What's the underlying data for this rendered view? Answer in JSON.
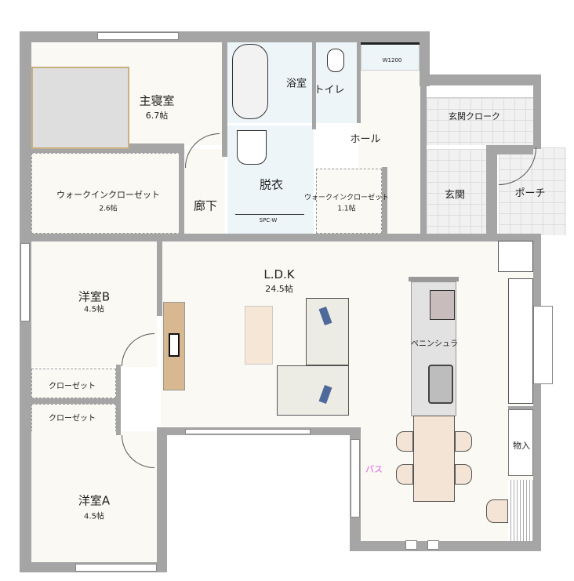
{
  "rooms": {
    "master_bedroom": {
      "name": "主寝室",
      "size": "6.7帖"
    },
    "wic_large": {
      "name": "ウォークインクローゼット",
      "size": "2.6帖"
    },
    "hallway": {
      "name": "廊下"
    },
    "dressing": {
      "name": "脱衣",
      "fixture": "SPC-W"
    },
    "bathroom": {
      "name": "浴室"
    },
    "toilet": {
      "name": "トイレ"
    },
    "hall": {
      "name": "ホール"
    },
    "shoe_box": {
      "label": "W1200"
    },
    "wic_small": {
      "name": "ウォークインクローゼット",
      "size": "1.1帖"
    },
    "entrance_cloak": {
      "name": "玄関クローク"
    },
    "entrance": {
      "name": "玄関"
    },
    "porch": {
      "name": "ポーチ"
    },
    "ldk": {
      "name": "L.D.K",
      "size": "24.5帖"
    },
    "kitchen": {
      "name": "ペニンシュラ"
    },
    "storage": {
      "name": "物入"
    },
    "room_b": {
      "name": "洋室B",
      "size": "4.5帖"
    },
    "closet_b": {
      "name": "クローゼット"
    },
    "closet_a": {
      "name": "クローゼット"
    },
    "room_a": {
      "name": "洋室A",
      "size": "4.5帖"
    },
    "path_marker": {
      "name": "パス"
    }
  },
  "colors": {
    "wall": "#a5a5a5",
    "floor": "#faf9f4",
    "wet_floor": "#eef5f8",
    "path_label": "#e060e0",
    "tv_board": "#d8b890",
    "cushion": "#4f6a9a"
  }
}
